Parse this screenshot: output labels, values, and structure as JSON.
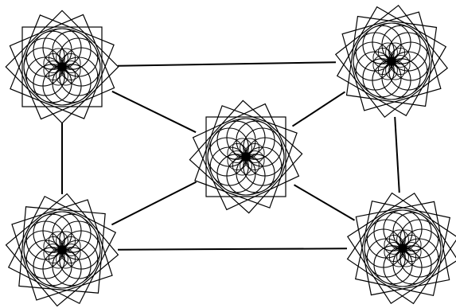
{
  "diagram": {
    "type": "network-graph",
    "ink_color": "#000000",
    "background_color": "#ffffff",
    "node_style": "rosette-of-circles-in-rotated-squares",
    "nodes": [
      {
        "id": "top-left"
      },
      {
        "id": "top-right"
      },
      {
        "id": "center"
      },
      {
        "id": "bottom-left"
      },
      {
        "id": "bottom-right"
      }
    ],
    "edges": [
      {
        "from": "top-left",
        "to": "top-right"
      },
      {
        "from": "top-left",
        "to": "center"
      },
      {
        "from": "top-left",
        "to": "bottom-left"
      },
      {
        "from": "top-right",
        "to": "center"
      },
      {
        "from": "top-right",
        "to": "bottom-right"
      },
      {
        "from": "center",
        "to": "bottom-left"
      },
      {
        "from": "center",
        "to": "bottom-right"
      },
      {
        "from": "bottom-left",
        "to": "bottom-right"
      }
    ]
  }
}
